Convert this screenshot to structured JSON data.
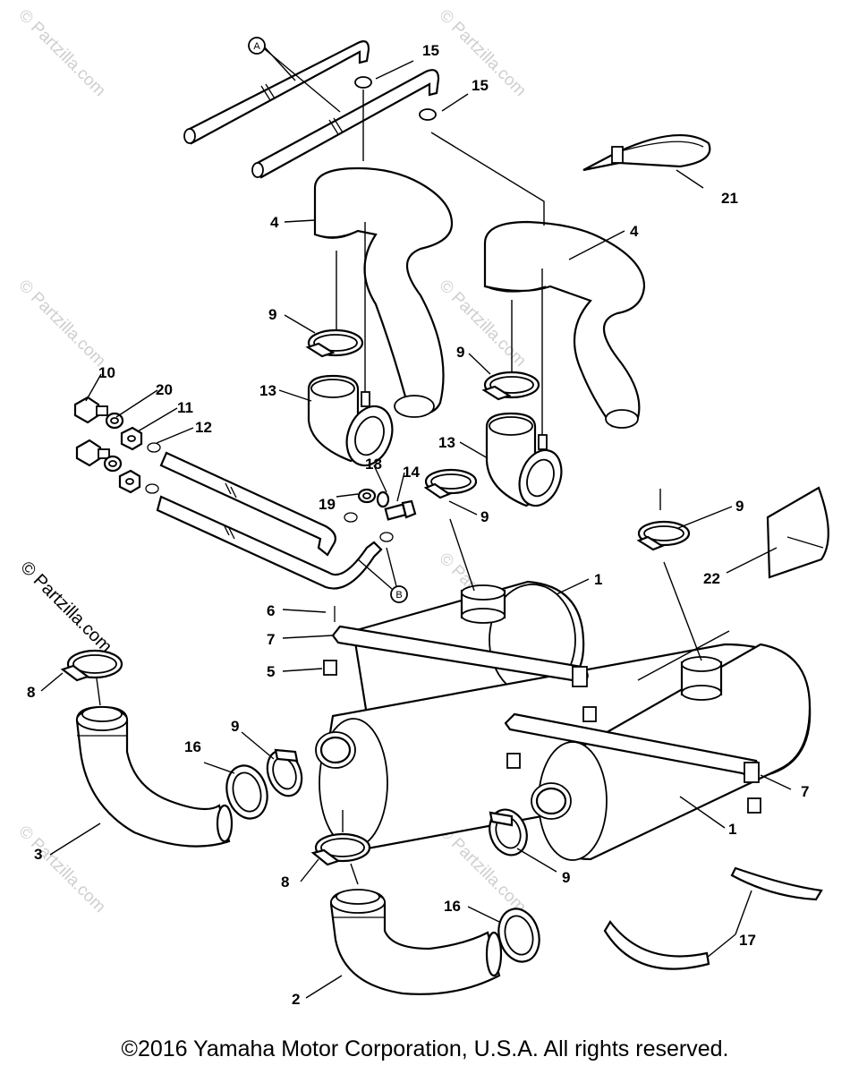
{
  "watermark": {
    "text": "© Partzilla.com",
    "prominent_text": "© Partzilla.com"
  },
  "markers": {
    "a": "A",
    "b": "B"
  },
  "callouts": {
    "c15a": "15",
    "c15b": "15",
    "c21": "21",
    "c4a": "4",
    "c4b": "4",
    "c9a": "9",
    "c9b": "9",
    "c9c": "9",
    "c9d": "9",
    "c9e": "9",
    "c9f": "9",
    "c13a": "13",
    "c13b": "13",
    "c10": "10",
    "c20": "20",
    "c11": "11",
    "c12": "12",
    "c18": "18",
    "c14": "14",
    "c19": "19",
    "c1a": "1",
    "c1b": "1",
    "c22": "22",
    "c6": "6",
    "c7a": "7",
    "c7b": "7",
    "c5": "5",
    "c8a": "8",
    "c8b": "8",
    "c16a": "16",
    "c16b": "16",
    "c3": "3",
    "c2": "2",
    "c17": "17"
  },
  "copyright": "©2016 Yamaha Motor Corporation, U.S.A. All rights reserved."
}
